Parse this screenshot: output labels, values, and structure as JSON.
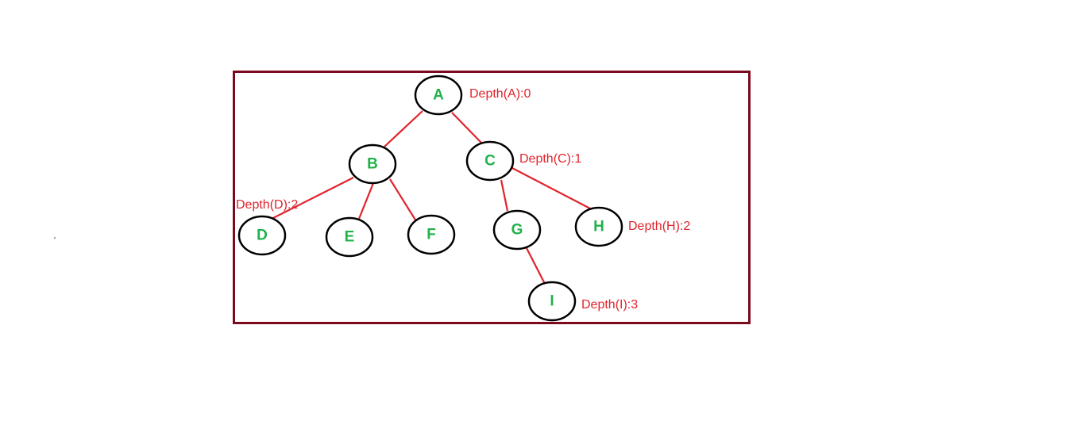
{
  "colors": {
    "frame": "#7b0a1e",
    "edge": "#e0242c",
    "node_stroke": "#000000",
    "node_fill": "#ffffff",
    "node_text": "#22b14c",
    "depth_text": "#e0242c",
    "stray_dot": "#555555"
  },
  "nodes": [
    {
      "id": "A",
      "label": "A"
    },
    {
      "id": "B",
      "label": "B"
    },
    {
      "id": "C",
      "label": "C"
    },
    {
      "id": "D",
      "label": "D"
    },
    {
      "id": "E",
      "label": "E"
    },
    {
      "id": "F",
      "label": "F"
    },
    {
      "id": "G",
      "label": "G"
    },
    {
      "id": "H",
      "label": "H"
    },
    {
      "id": "I",
      "label": "I"
    }
  ],
  "edges": [
    {
      "from": "A",
      "to": "B"
    },
    {
      "from": "A",
      "to": "C"
    },
    {
      "from": "B",
      "to": "D"
    },
    {
      "from": "B",
      "to": "E"
    },
    {
      "from": "B",
      "to": "F"
    },
    {
      "from": "C",
      "to": "G"
    },
    {
      "from": "C",
      "to": "H"
    },
    {
      "from": "G",
      "to": "I"
    }
  ],
  "depth_labels": [
    {
      "node": "A",
      "text": "Depth(A):0"
    },
    {
      "node": "C",
      "text": "Depth(C):1"
    },
    {
      "node": "D",
      "text": "Depth(D):2"
    },
    {
      "node": "H",
      "text": "Depth(H):2"
    },
    {
      "node": "I",
      "text": "Depth(I):3"
    }
  ]
}
